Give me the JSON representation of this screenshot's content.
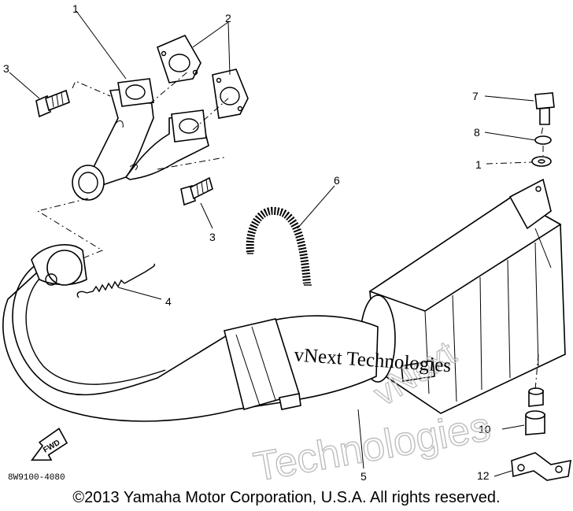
{
  "callouts": {
    "c1": "1",
    "c2": "2",
    "c3a": "3",
    "c3b": "3",
    "c4": "4",
    "c5": "5",
    "c6": "6",
    "c7": "7",
    "c8": "8",
    "c1b": "1",
    "c10": "10",
    "c12": "12"
  },
  "arrow_label": "FWD",
  "part_code": "8W9100-4080",
  "watermark": {
    "small": "vNext Technologies",
    "large_line1": "Technologies",
    "large_line2": "vNext"
  },
  "copyright": "©2013 Yamaha Motor Corporation, U.S.A. All rights reserved."
}
